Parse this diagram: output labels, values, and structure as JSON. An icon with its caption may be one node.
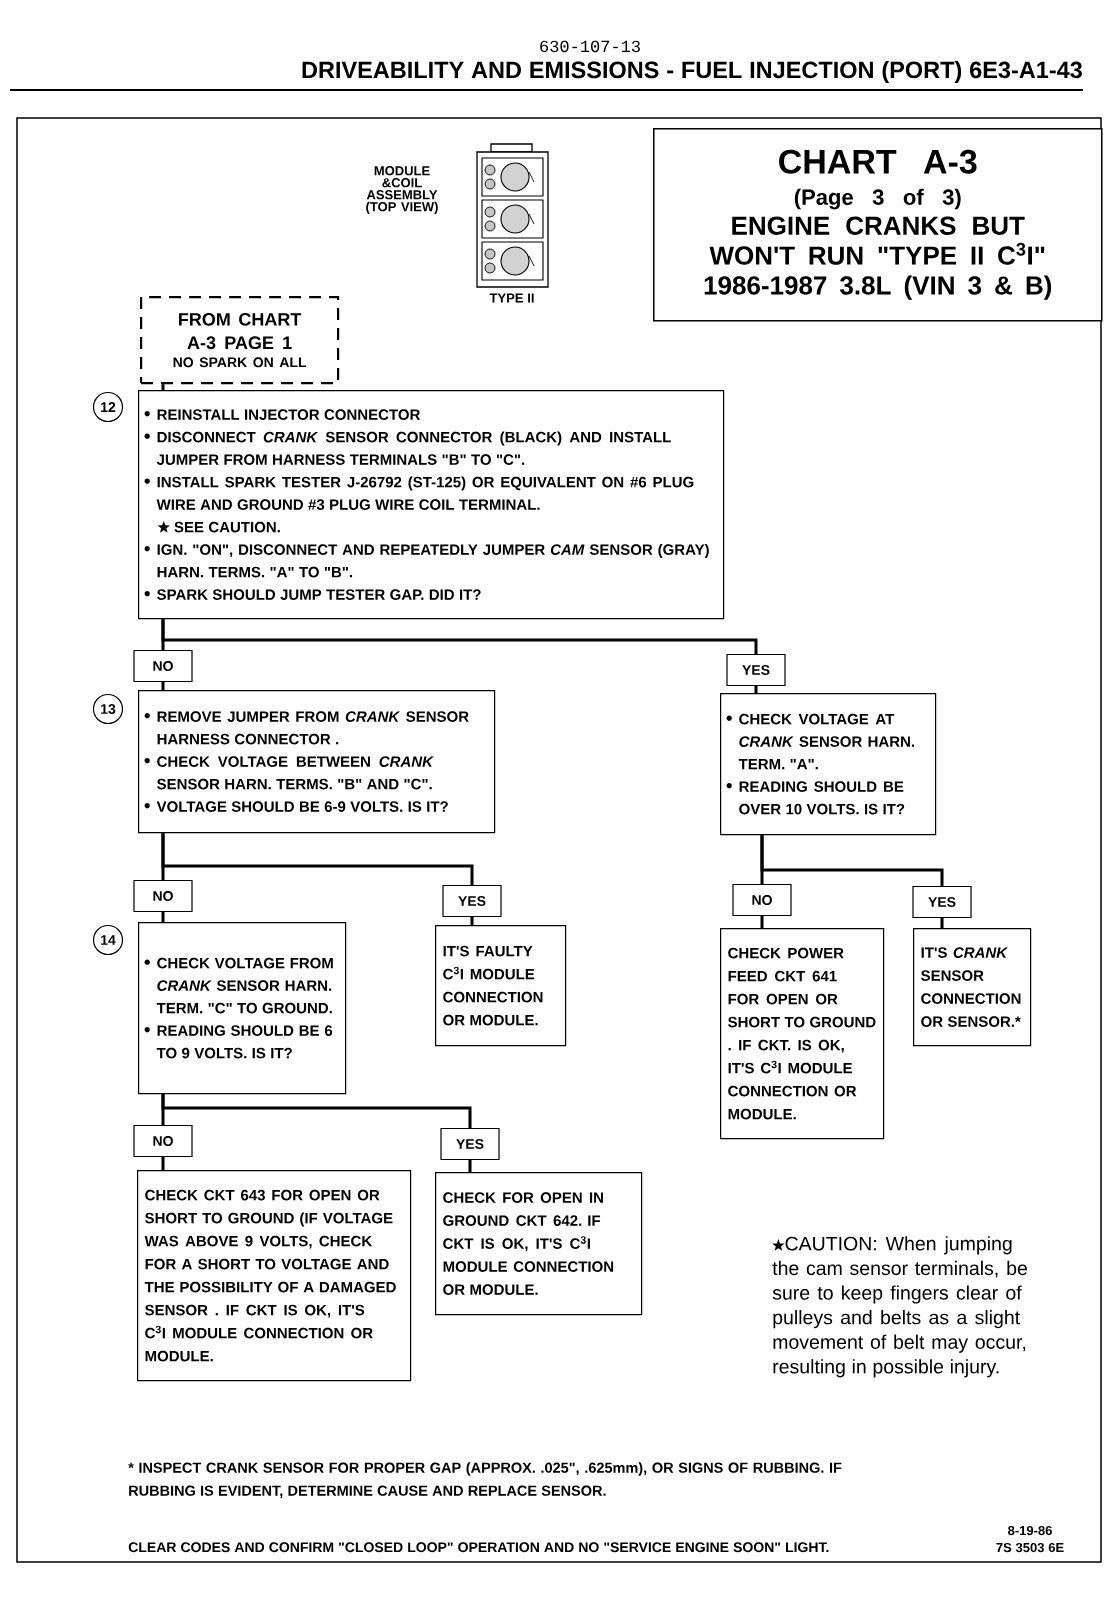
{
  "diagram": {
    "title": "DRIVEABILITY AND EMISSIONS - FUEL INJECTION (PORT) 6E3-A1-43",
    "nodes": [
      {
        "text": [
          "CHART A-3",
          "(Page 3 of 3)",
          "ENGINE CRANKS BUT WON'T RUN \"TYPE II C$^{3}$I\"",
          "1986-1987 3.8L (VIN 3 & B)"
        ]
      },
      {
        "text": [
          "FROM CHART A-3 PAGE 1",
          "NO SPARK ON ALL"
        ]
      },
      {
        "text": [
          "REINSTALL INJECTOR CONNECTOR",
          "DISCONNECT *CRANK* SENSOR CONNECTOR (BLACK) AND INSTALL JUMPER FROM HARNESS TERMINALS \"B\" TO \"C\".",
          "INSTALL SPARK TESTER J-26792 (ST-125) OR EQUIVALENT ON #6 PLUG WIRE AND GROUND #3 PLUG WIRE COIL TERMINAL.",
          "SEE CAUTION.",
          "IGN. \"ON\", DISCONNECT AND REPEATEDLY JUMPER *CAM* SENSOR (GRAY) HARN. TERMS. \"A\" TO \"B\".",
          "SPARK SHOULD JUMP TESTER GAP. DID IT?"
        ],
        "beside": [
          "12"
        ]
      },
      {
        "text": [
          "REMOVE JUMPER FROM *CRANK* SENSOR HARNESS CONNECTOR .",
          "CHECK VOLTAGE BETWEEN *CRANK* SENSOR HARN. TERMS. \"B\" AND \"C\".",
          "VOLTAGE SHOULD BE 6-9 VOLTS. IS IT?"
        ],
        "beside": [
          "13"
        ]
      },
      {
        "text": [
          "CHECK VOLTAGE AT *CRANK* SENSOR HARN. TERM. \"A\".",
          "READING SHOULD BE OVER 10 VOLTS. IS IT?"
        ]
      },
      {
        "text": [
          "CHECK VOLTAGE FROM *CRANK* SENSOR HARN. TERM. \"C\" TO GROUND.",
          "READING SHOULD BE 6 TO 9 VOLTS. IS IT?"
        ],
        "beside": [
          "14"
        ]
      },
      {
        "text": [
          "IT'S FAULTY C$^{3}$I MODULE CONNECTION OR MODULE."
        ]
      },
      {
        "text": [
          "CHECK POWER FEED CKT 641 FOR OPEN OR SHORT TO GROUND . IF CKT. IS OK, IT'S C$^{3}$I MODULE CONNECTION OR MODULE."
        ]
      },
      {
        "text": [
          "IT'S *CRANK* SENSOR CONNECTION OR SENSOR.*"
        ]
      },
      {
        "text": [
          "CHECK CKT 643 FOR OPEN OR SHORT TO GROUND (IF VOLTAGE WAS ABOVE 9 VOLTS, CHECK FOR A SHORT TO VOLTAGE AND THE POSSIBILITY OF A DAMAGED SENSOR . IF CKT IS OK, IT'S C$^{3}$I MODULE CONNECTION OR MODULE."
        ]
      },
      {
        "text": [
          "CHECK FOR OPEN IN GROUND CKT 642. IF CKT IS OK, IT'S C$^{3}$I MODULE CONNECTION OR MODULE."
        ]
      }
    ],
    "edges": [
      {
        "from": 1,
        "to": 2,
        "arrow": "none"
      },
      {
        "from": 2,
        "to": 3,
        "arrow": "none",
        "label": "NO"
      },
      {
        "from": 2,
        "to": 4,
        "arrow": "none",
        "label": "YES"
      },
      {
        "from": 3,
        "to": 5,
        "arrow": "none",
        "label": "NO"
      },
      {
        "from": 3,
        "to": 6,
        "arrow": "none",
        "label": "YES"
      },
      {
        "from": 4,
        "to": 7,
        "arrow": "none",
        "label": "NO"
      },
      {
        "from": 4,
        "to": 8,
        "arrow": "none",
        "label": "YES"
      },
      {
        "from": 5,
        "to": 9,
        "arrow": "none",
        "label": "NO"
      },
      {
        "from": 5,
        "to": 10,
        "arrow": "none",
        "label": "YES"
      }
    ],
    "labels": [
      "630-107-13",
      "MODULE &COIL ASSEMBLY (TOP VIEW)",
      "TYPE II",
      "CAUTION: When jumping the cam sensor terminals, be sure to keep fingers clear of pulleys and belts as a slight movement of belt may occur, resulting in possible injury.",
      "* INSPECT CRANK SENSOR FOR PROPER GAP (APPROX. .025\", .625mm), OR SIGNS OF RUBBING. IF RUBBING IS EVIDENT, DETERMINE CAUSE AND REPLACE SENSOR.",
      "CLEAR CODES AND CONFIRM \"CLOSED LOOP\" OPERATION AND NO \"SERVICE ENGINE SOON\" LIGHT.",
      "8-19-86",
      "7S 3503 6E"
    ]
  }
}
